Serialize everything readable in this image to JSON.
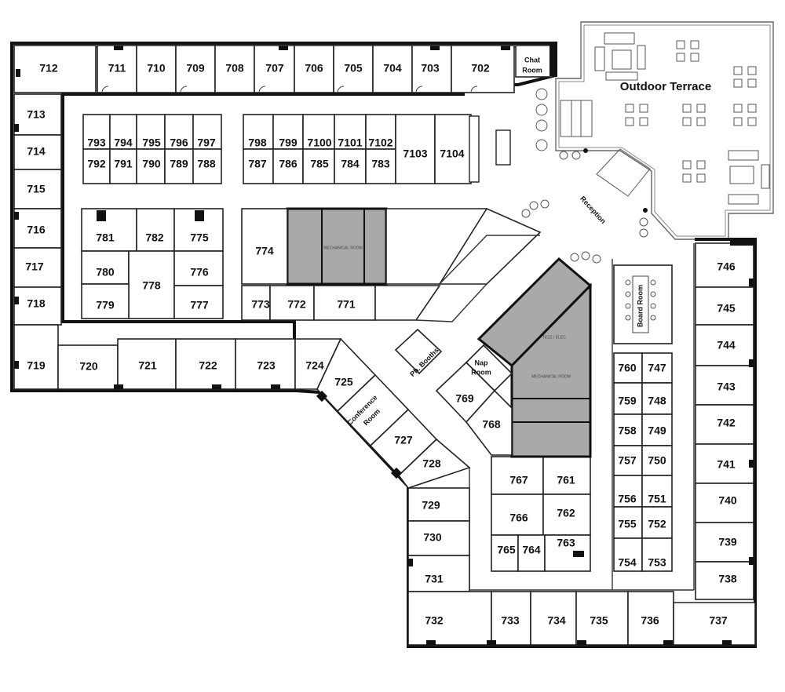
{
  "rooms": {
    "r712": "712",
    "r711": "711",
    "r710": "710",
    "r709": "709",
    "r708": "708",
    "r707": "707",
    "r706": "706",
    "r705": "705",
    "r704": "704",
    "r703": "703",
    "r702": "702",
    "r713": "713",
    "r714": "714",
    "r715": "715",
    "r716": "716",
    "r717": "717",
    "r718": "718",
    "r719": "719",
    "r720": "720",
    "r721": "721",
    "r722": "722",
    "r723": "723",
    "r724": "724",
    "r725": "725",
    "r727": "727",
    "r728": "728",
    "r729": "729",
    "r730": "730",
    "r731": "731",
    "r732": "732",
    "r733": "733",
    "r734": "734",
    "r735": "735",
    "r736": "736",
    "r737": "737",
    "r738": "738",
    "r739": "739",
    "r740": "740",
    "r741": "741",
    "r742": "742",
    "r743": "743",
    "r744": "744",
    "r745": "745",
    "r746": "746",
    "r747": "747",
    "r748": "748",
    "r749": "749",
    "r750": "750",
    "r751": "751",
    "r752": "752",
    "r753": "753",
    "r754": "754",
    "r755": "755",
    "r756": "756",
    "r757": "757",
    "r758": "758",
    "r759": "759",
    "r760": "760",
    "r761": "761",
    "r762": "762",
    "r763": "763",
    "r764": "764",
    "r765": "765",
    "r766": "766",
    "r767": "767",
    "r768": "768",
    "r769": "769",
    "r771": "771",
    "r772": "772",
    "r773": "773",
    "r774": "774",
    "r775": "775",
    "r776": "776",
    "r777": "777",
    "r778": "778",
    "r779": "779",
    "r780": "780",
    "r781": "781",
    "r782": "782",
    "r783": "783",
    "r784": "784",
    "r785": "785",
    "r786": "786",
    "r787": "787",
    "r788": "788",
    "r789": "789",
    "r790": "790",
    "r791": "791",
    "r792": "792",
    "r793": "793",
    "r794": "794",
    "r795": "795",
    "r796": "796",
    "r797": "797",
    "r798": "798",
    "r799": "799",
    "r7100": "7100",
    "r7101": "7101",
    "r7102": "7102",
    "r7103": "7103",
    "r7104": "7104"
  },
  "named": {
    "chat_room_line1": "Chat",
    "chat_room_line2": "Room",
    "outdoor_terrace": "Outdoor Terrace",
    "reception": "Reception",
    "board_room": "Board Room",
    "conference_room_line1": "Conference",
    "conference_room_line2": "Room",
    "nap_room_line1": "Nap",
    "nap_room_line2": "Room",
    "ph_booths": "Ph. Booths",
    "mechanical_room": "MECHANICAL ROOM",
    "tele_elec": "TELE / ELEC"
  },
  "colors": {
    "wall": "#111111",
    "mechanical_fill": "#a9a9a9",
    "background": "#ffffff"
  }
}
